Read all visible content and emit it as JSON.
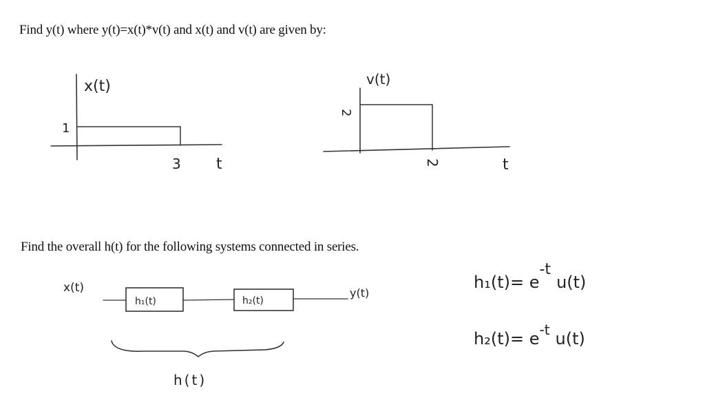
{
  "question_1": "Find y(t) where y(t)=x(t)*v(t) and x(t) and v(t) are given by:",
  "question_2": "Find the overall h(t) for the following systems connected in series.",
  "plot_x": {
    "ylabel": "x(t)",
    "xlabel": "t",
    "y_tick": "1",
    "x_tick": "3",
    "amplitude": 1,
    "end": 3
  },
  "plot_v": {
    "ylabel": "v(t)",
    "xlabel": "t",
    "y_tick": "2",
    "x_tick": "2",
    "amplitude": 2,
    "end": 2
  },
  "block_diagram": {
    "input_label": "x(t)",
    "block1_label": "h₁(t)",
    "block2_label": "h₂(t)",
    "output_label": "y(t)",
    "brace_label": "h(t)"
  },
  "equations": {
    "h1_lhs": "h₁(t)= e",
    "h1_exp": "-t",
    "h1_rhs": "u(t)",
    "h2_lhs": "h₂(t)= e",
    "h2_exp": "-t",
    "h2_rhs": "u(t)"
  }
}
